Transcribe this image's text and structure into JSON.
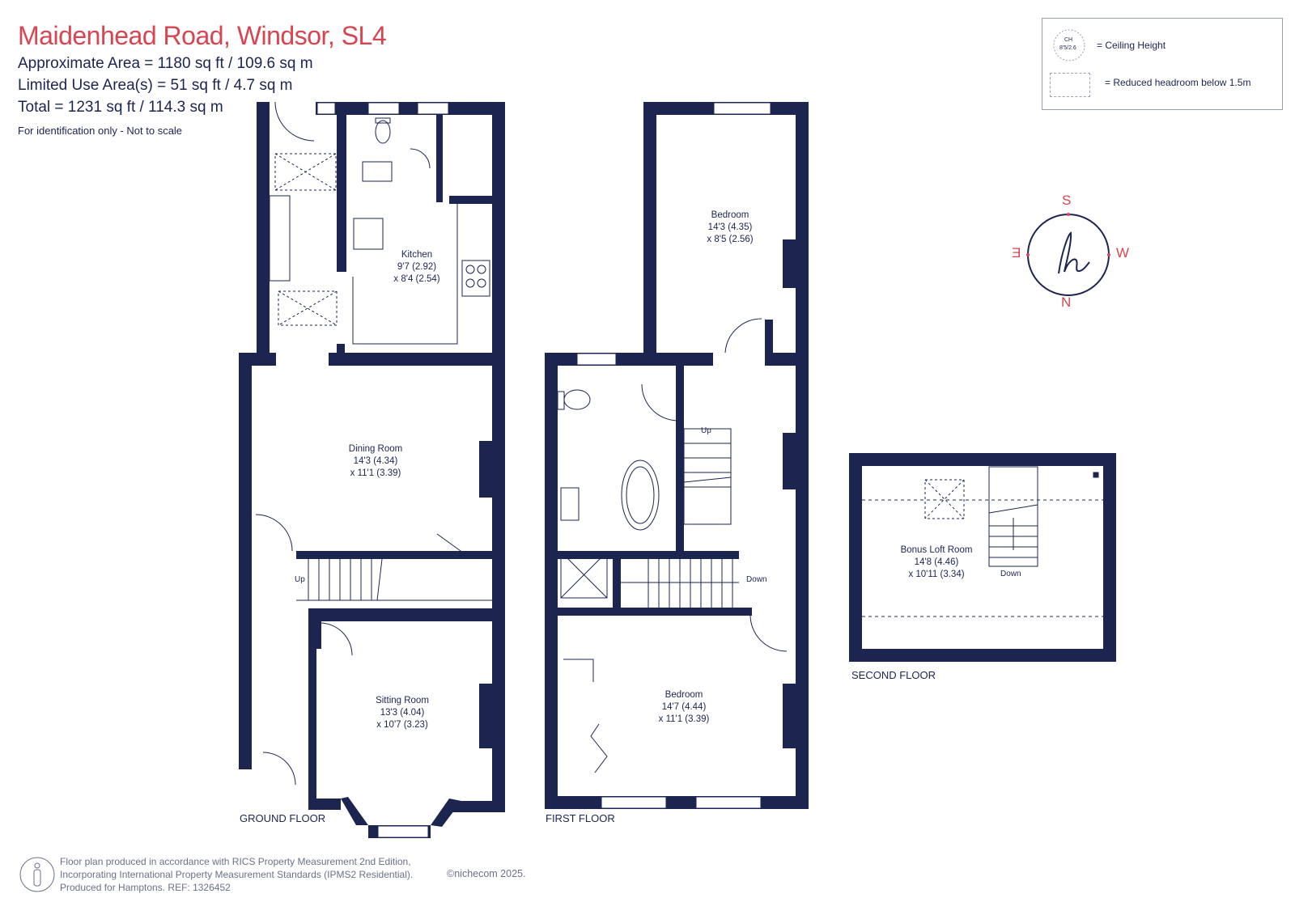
{
  "header": {
    "title": "Maidenhead Road, Windsor, SL4",
    "approx_area": "Approximate Area = 1180 sq ft / 109.6 sq m",
    "limited_use": "Limited Use Area(s) = 51 sq ft / 4.7 sq m",
    "total": "Total = 1231 sq ft / 114.3 sq m",
    "note": "For identification only - Not to scale"
  },
  "legend": {
    "ceiling_icon_line1": "CH",
    "ceiling_icon_line2": "8'5/2.6",
    "ceiling_label": "= Ceiling Height",
    "reduced_label": "= Reduced headroom below 1.5m"
  },
  "compass": {
    "top": "S",
    "bottom": "N",
    "left": "E",
    "right": "W",
    "logo": "h"
  },
  "floors": {
    "ground": "GROUND FLOOR",
    "first": "FIRST FLOOR",
    "second": "SECOND FLOOR"
  },
  "rooms": {
    "kitchen": {
      "name": "Kitchen",
      "dim1": "9'7 (2.92)",
      "dim2": "x 8'4 (2.54)"
    },
    "dining": {
      "name": "Dining Room",
      "dim1": "14'3 (4.34)",
      "dim2": "x 11'1 (3.39)"
    },
    "sitting": {
      "name": "Sitting Room",
      "dim1": "13'3 (4.04)",
      "dim2": "x 10'7 (3.23)"
    },
    "bedroom1": {
      "name": "Bedroom",
      "dim1": "14'3 (4.35)",
      "dim2": "x 8'5 (2.56)"
    },
    "bedroom2": {
      "name": "Bedroom",
      "dim1": "14'7 (4.44)",
      "dim2": "x 11'1 (3.39)"
    },
    "loft": {
      "name": "Bonus Loft Room",
      "dim1": "14'8 (4.46)",
      "dim2": "x 10'11 (3.34)"
    }
  },
  "stair_labels": {
    "ground_up": "Up",
    "first_up": "Up",
    "first_down": "Down",
    "loft_down": "Down"
  },
  "footer": {
    "line1": "Floor plan produced in accordance with RICS Property Measurement 2nd Edition,",
    "line2": "Incorporating International Property Measurement Standards (IPMS2 Residential).",
    "line3": "Produced for Hamptons.   REF: 1326452",
    "brand": "©nichecom 2025."
  },
  "colors": {
    "wall": "#1c2450",
    "accent": "#d64550",
    "muted": "#6b7088"
  }
}
